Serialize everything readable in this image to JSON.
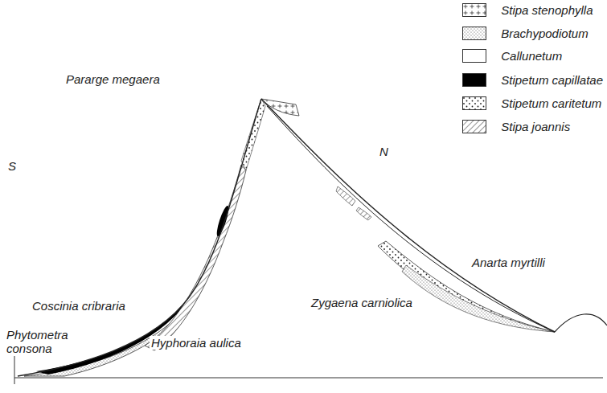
{
  "diagram": {
    "labels": [
      "S",
      "N",
      "Pararge megaera",
      "Coscinia cribraria",
      "Phytometra consona",
      "Hyphoraia aulica",
      "Zygaena carniolica",
      "Anarta myrtilli"
    ],
    "legend": [
      {
        "text": "Stipa stenophylla"
      },
      {
        "text": "Brachypodiotum"
      },
      {
        "text": "Callunetum",
        "color": "#ffffff"
      },
      {
        "text": "Stipetum capillatae",
        "color": "#000000"
      },
      {
        "text": "Stipetum caritetum"
      },
      {
        "text": "Stipa joannis"
      }
    ]
  }
}
